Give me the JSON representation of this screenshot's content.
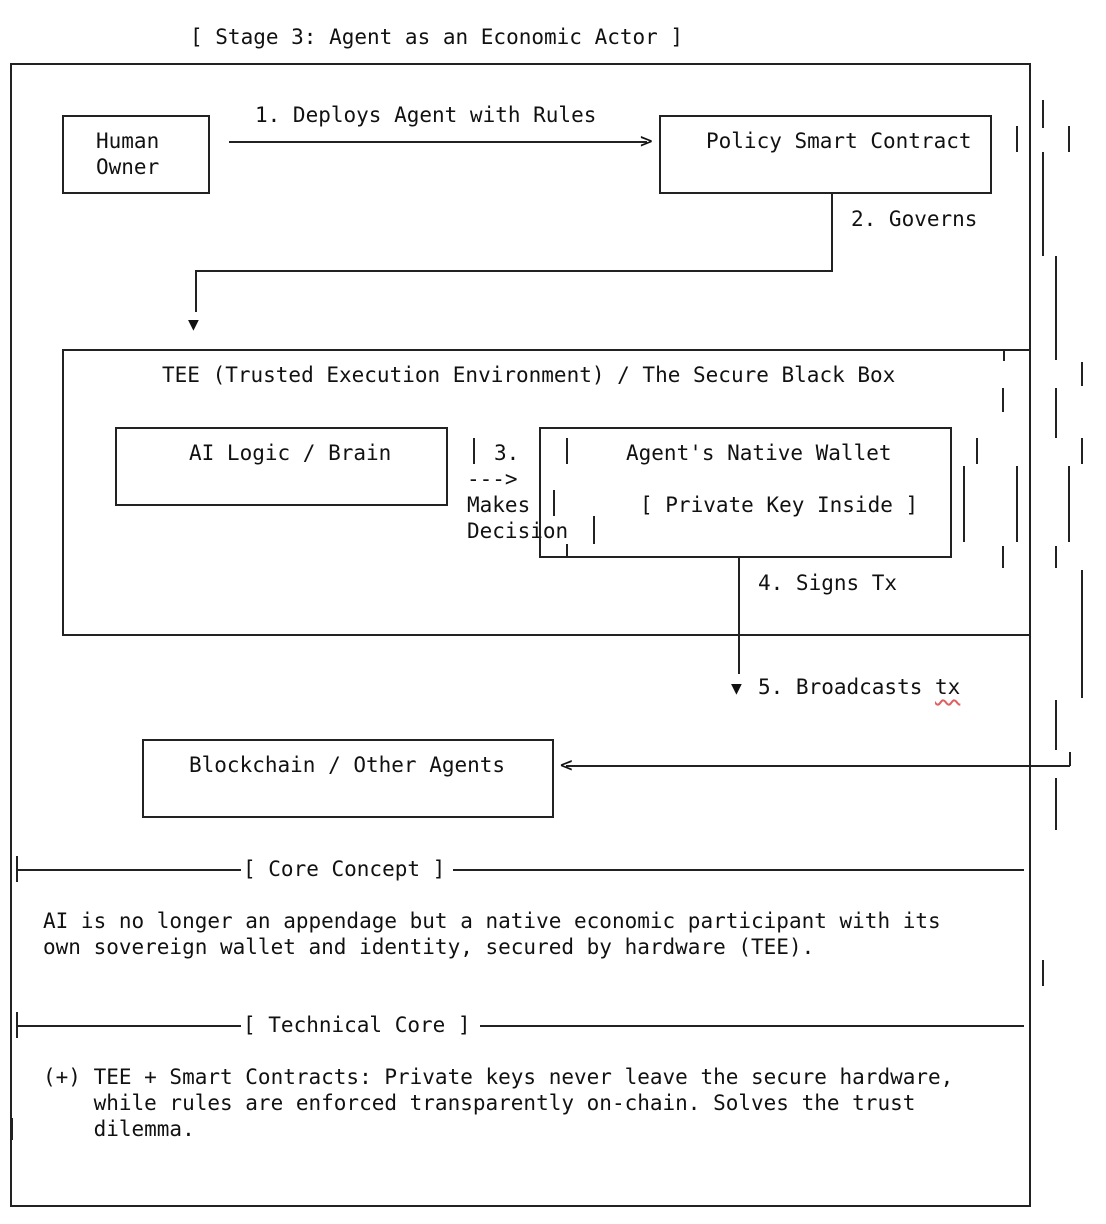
{
  "title": "[ Stage 3: Agent as an Economic Actor ]",
  "nodes": {
    "human_owner": [
      "Human",
      "Owner"
    ],
    "policy_contract": "Policy Smart Contract",
    "tee_title": "TEE (Trusted Execution Environment) / The Secure Black Box",
    "ai_logic": "AI Logic / Brain",
    "wallet_title": "Agent's Native Wallet",
    "wallet_key": "[ Private Key Inside ]",
    "blockchain": "Blockchain / Other Agents"
  },
  "edges": {
    "deploys": "1. Deploys Agent with Rules",
    "governs": "2. Governs",
    "makes_decision": [
      "3.",
      "Makes",
      "Decision"
    ],
    "signs": "4. Signs Tx",
    "broadcasts_prefix": "5. Broadcasts ",
    "broadcasts_suffix": "tx"
  },
  "sections": {
    "core_concept": {
      "header": "[ Core Concept ]",
      "lines": [
        "AI is no longer an appendage but a native economic participant with its",
        "own sovereign wallet and identity, secured by hardware (TEE)."
      ]
    },
    "technical_core": {
      "header": "[ Technical Core ]",
      "lines": [
        "(+) TEE + Smart Contracts: Private keys never leave the secure hardware,",
        "    while rules are enforced transparently on-chain. Solves the trust",
        "    dilemma."
      ]
    }
  }
}
